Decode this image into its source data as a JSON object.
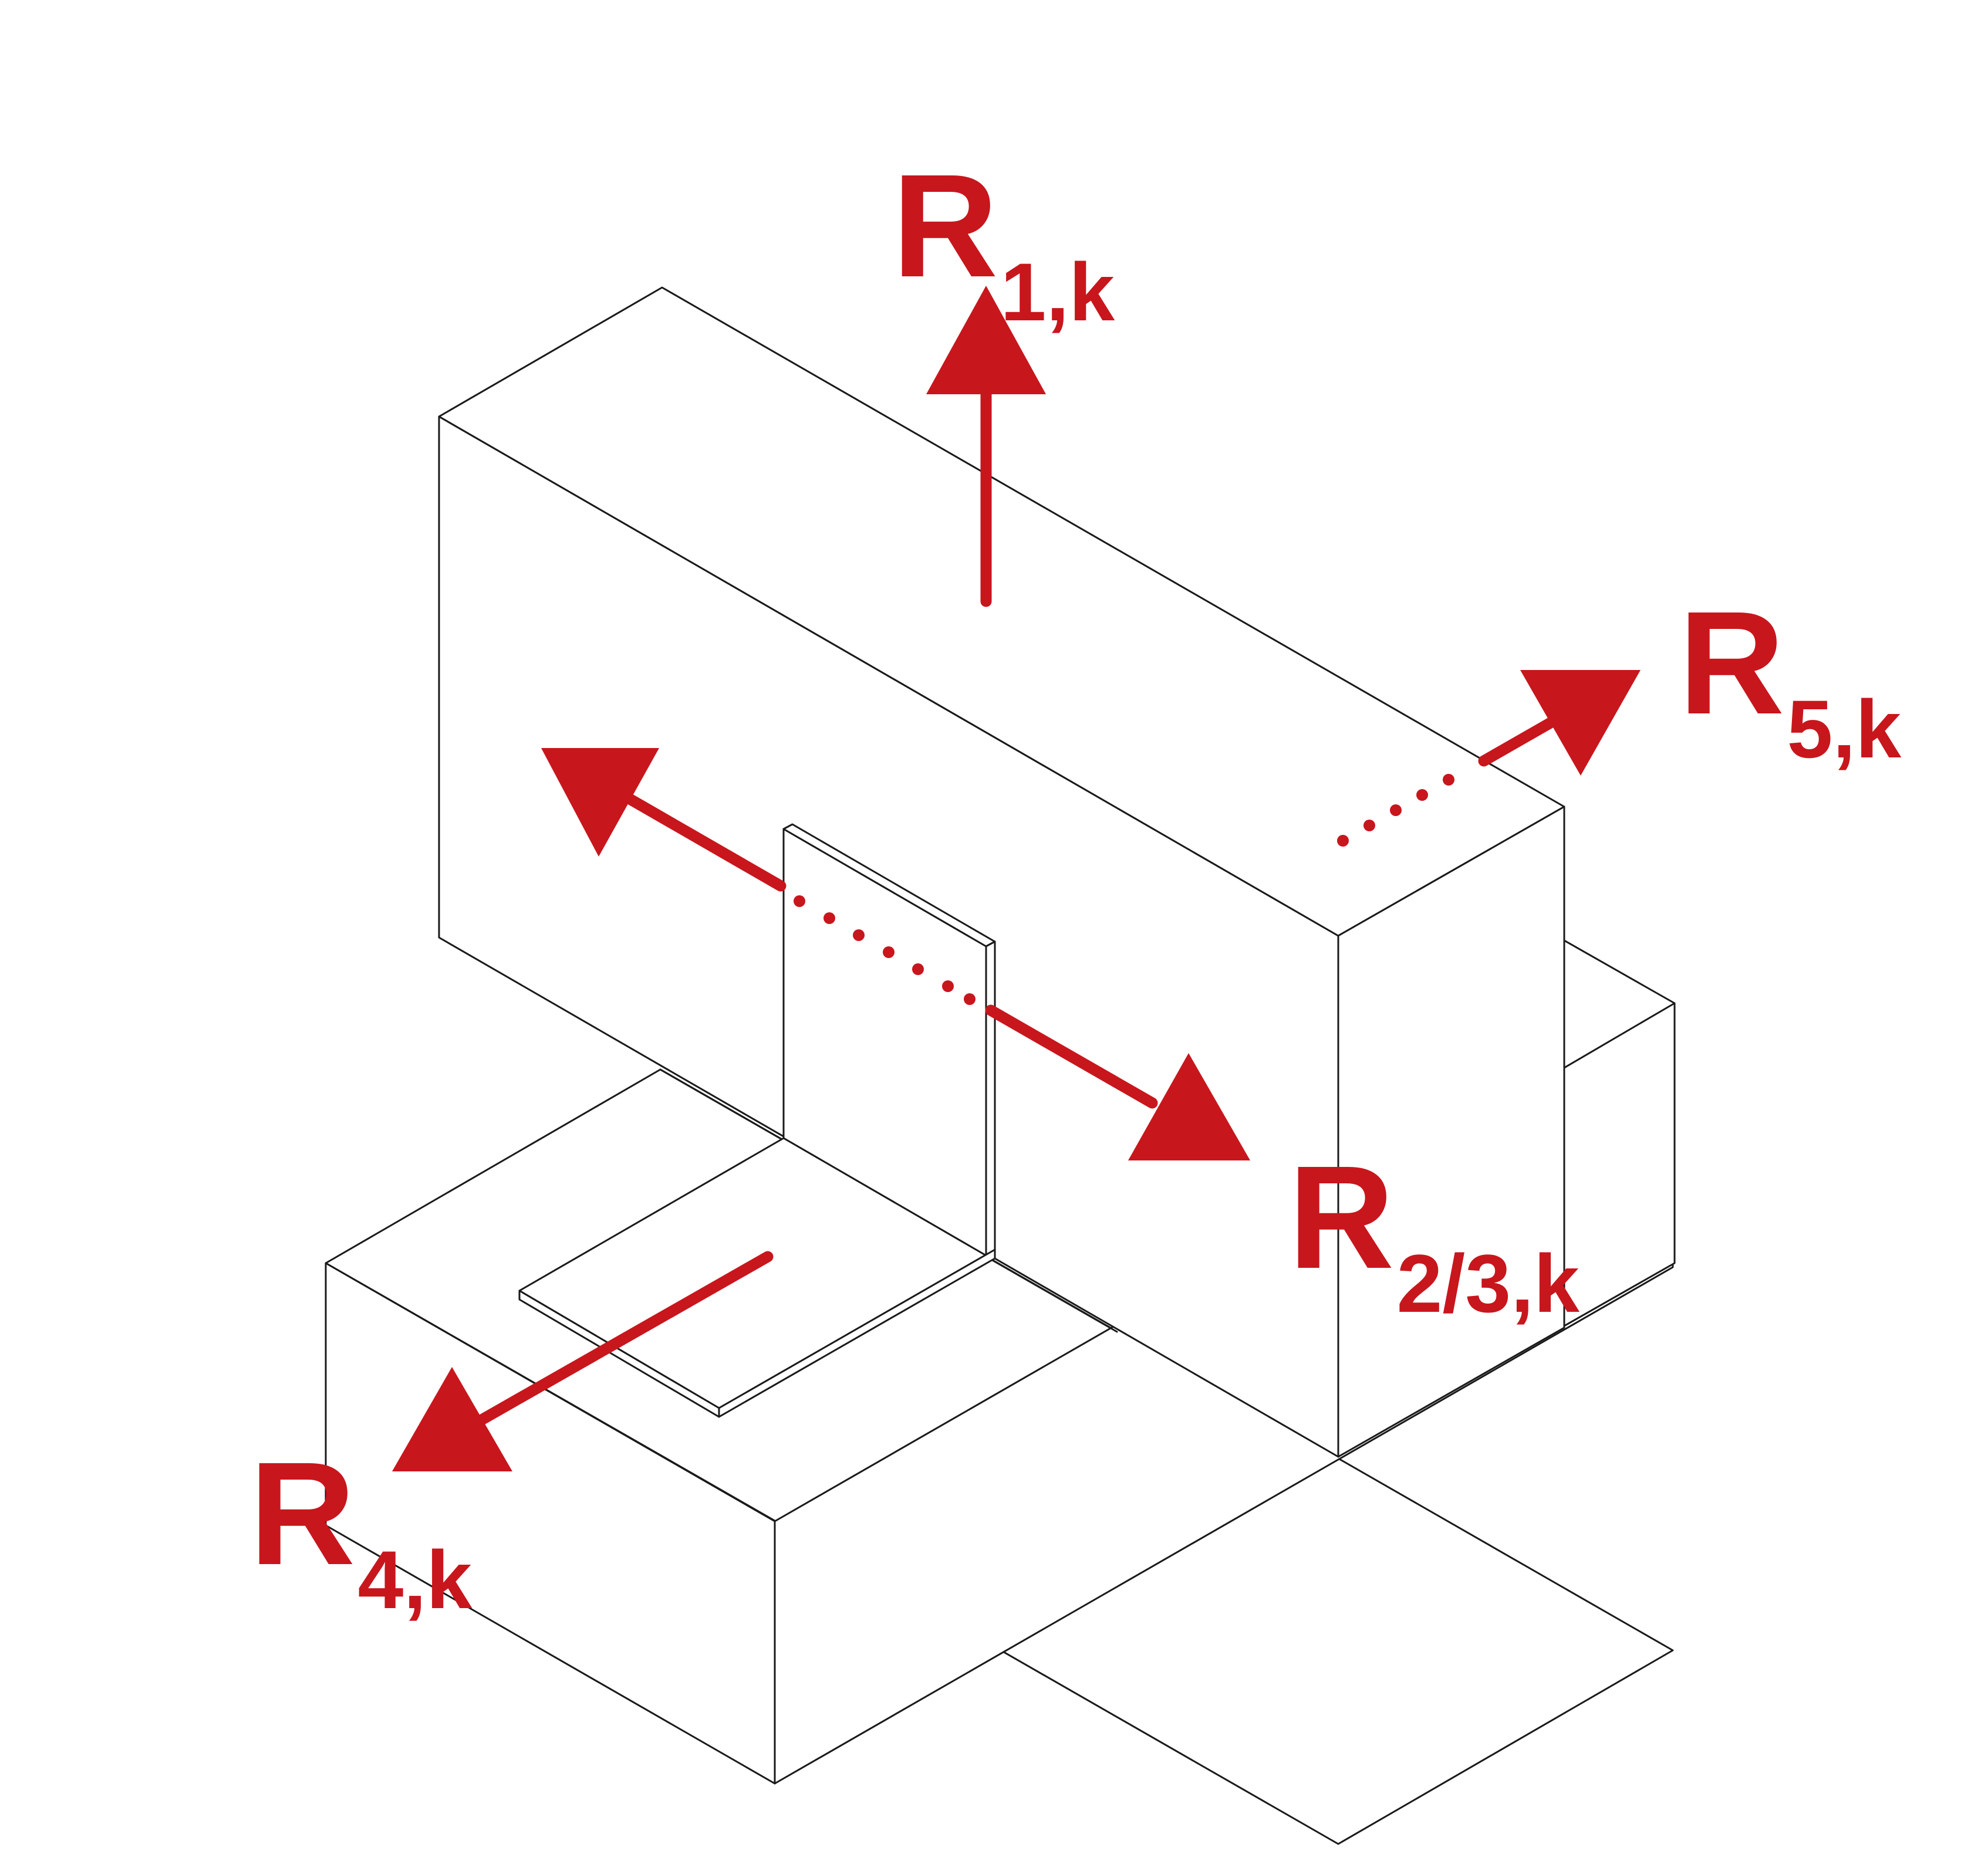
{
  "diagram": {
    "colors": {
      "force": "#c8161d",
      "line": "#1a1a1a",
      "background": "#ffffff"
    },
    "forces": [
      {
        "id": "r1",
        "symbol": "R",
        "subscript": "1,k"
      },
      {
        "id": "r23",
        "symbol": "R",
        "subscript": "2/3,k"
      },
      {
        "id": "r4",
        "symbol": "R",
        "subscript": "4,k"
      },
      {
        "id": "r5",
        "symbol": "R",
        "subscript": "5,k"
      }
    ]
  }
}
